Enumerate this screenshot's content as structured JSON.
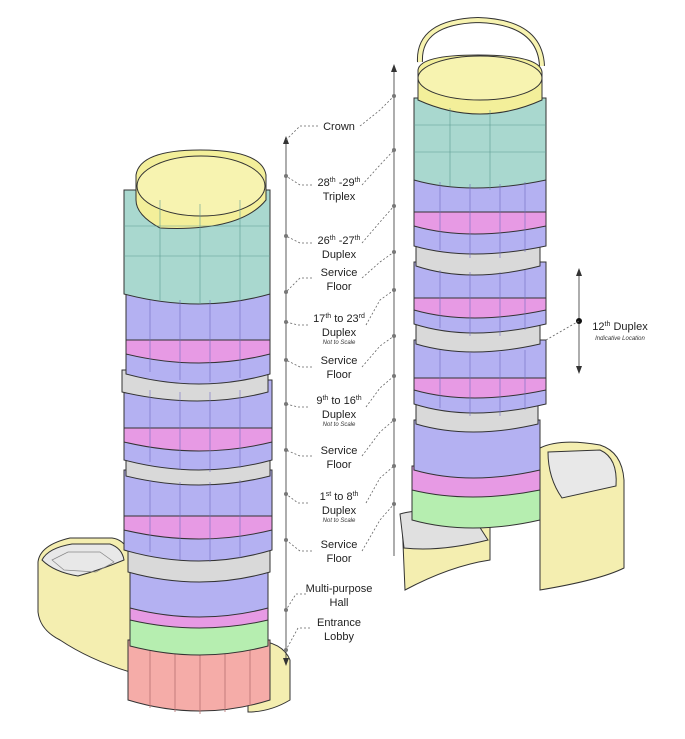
{
  "colors": {
    "crown": "#f3ef9a",
    "triplex": "#a9d8cf",
    "duplex": "#b4b1f2",
    "service": "#d9d9d9",
    "accent_band": "#e79ae4",
    "hall": "#b6eeb0",
    "lobby": "#f5aca8",
    "podium": "#f4eeb0"
  },
  "left_labels": [
    {
      "text": "Crown"
    },
    {
      "text": "28th -29th",
      "line2": "Triplex"
    },
    {
      "text": "26th -27th",
      "line2": "Duplex"
    },
    {
      "text": "Service",
      "line2": "Floor"
    },
    {
      "text": "17th to 23rd",
      "line2": "Duplex",
      "note": "Not to Scale"
    },
    {
      "text": "Service",
      "line2": "Floor"
    },
    {
      "text": "9th to 16th",
      "line2": "Duplex",
      "note": "Not to Scale"
    },
    {
      "text": "Service",
      "line2": "Floor"
    },
    {
      "text": "1st to 8th",
      "line2": "Duplex",
      "note": "Not to Scale"
    },
    {
      "text": "Service",
      "line2": "Floor"
    },
    {
      "text": "Multi-purpose",
      "line2": "Hall"
    },
    {
      "text": "Entrance",
      "line2": "Lobby"
    }
  ],
  "right_label": {
    "text": "12th Duplex",
    "note": "Indicative Location"
  }
}
